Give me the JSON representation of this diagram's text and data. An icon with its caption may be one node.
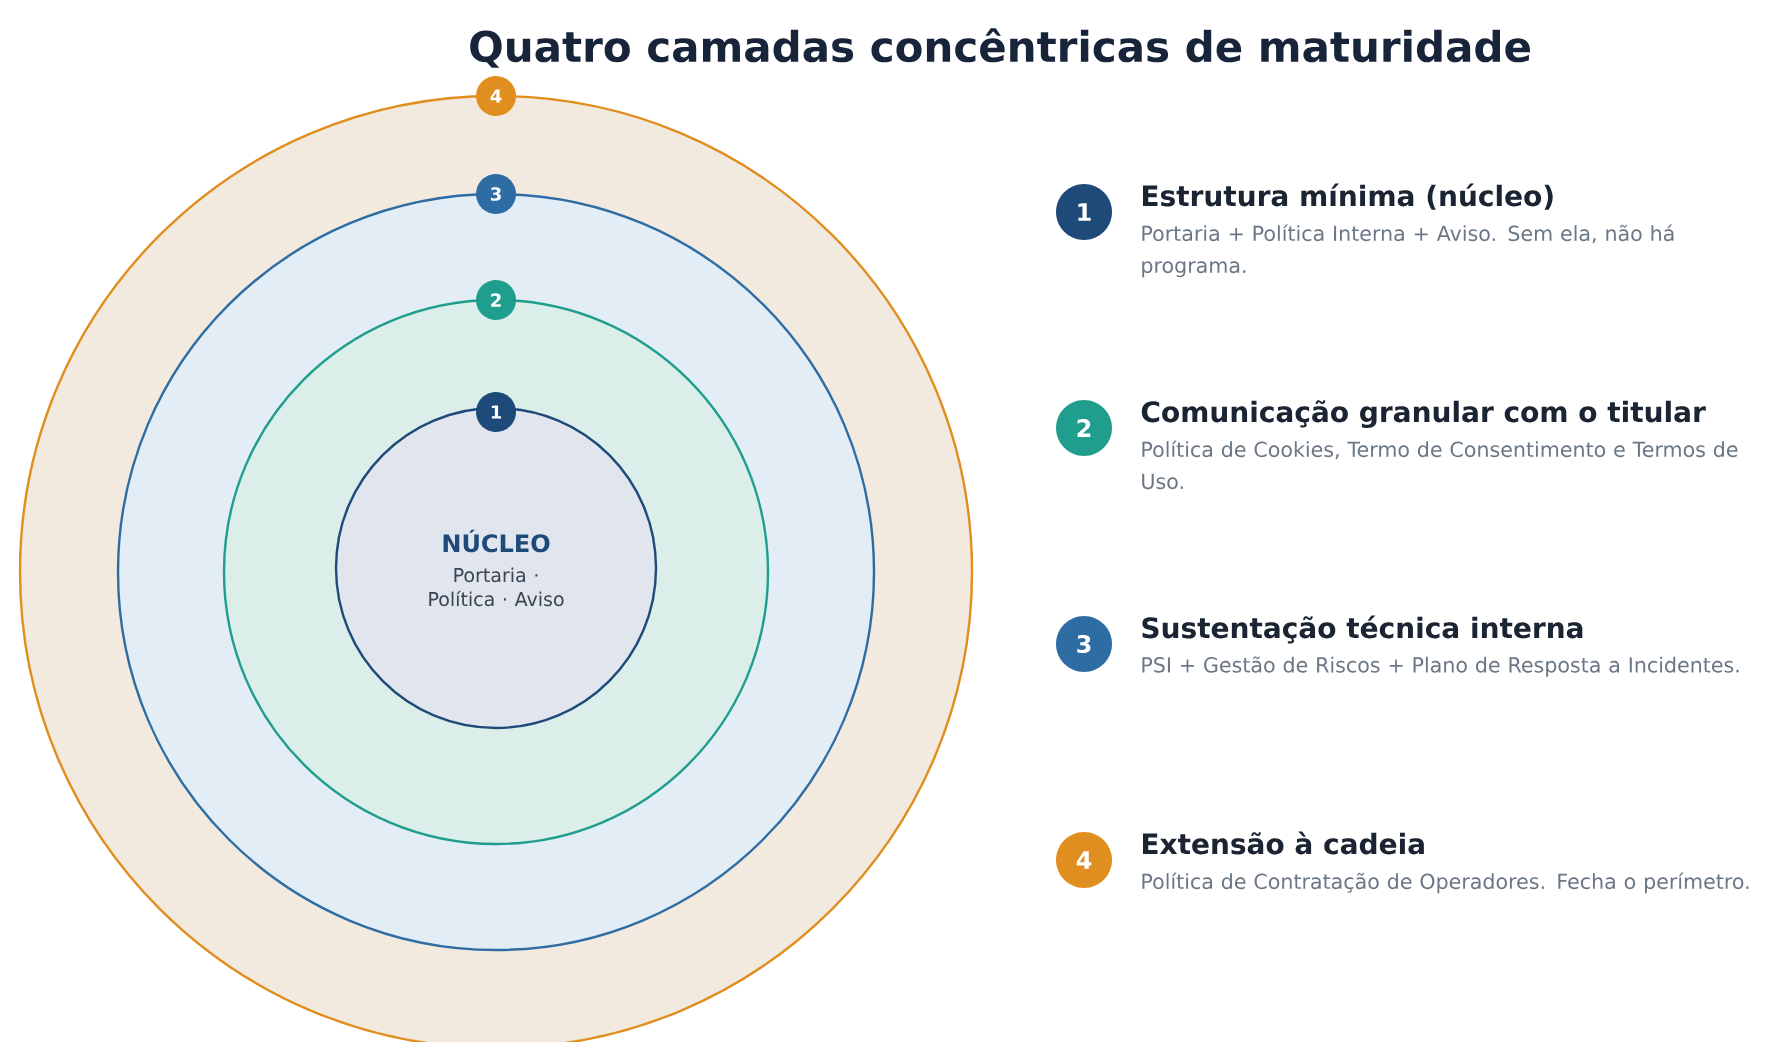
{
  "diagram": {
    "title": "Quatro camadas concêntricas de maturidade",
    "nodes": [
      {
        "text": [],
        "shape": "circle"
      },
      {
        "text": [],
        "shape": "circle",
        "in": 0
      },
      {
        "text": [],
        "shape": "circle",
        "in": 1
      },
      {
        "text": [
          "NÚCLEO",
          "Portaria · Política · Aviso"
        ],
        "in": 2
      },
      {
        "text": [
          "4"
        ]
      },
      {
        "text": [
          "3"
        ],
        "in": 0
      },
      {
        "text": [
          "2"
        ],
        "in": 1
      },
      {
        "text": [
          "1"
        ],
        "in": 2
      },
      {
        "text": [
          "1"
        ],
        "beside": [
          "Estrutura mínima (núcleo)",
          "Portaria + Política Interna + Aviso. Sem ela, não há programa."
        ]
      },
      {
        "text": [
          "2"
        ],
        "beside": [
          "Comunicação granular com o titular",
          "Política de Cookies, Termo de Consentimento e Termos de Uso."
        ]
      },
      {
        "text": [
          "3"
        ],
        "beside": [
          "Sustentação técnica interna",
          "PSI + Gestão de Riscos + Plano de Resposta a Incidentes."
        ]
      },
      {
        "text": [
          "4"
        ],
        "beside": [
          "Extensão à cadeia",
          "Política de Contratação de Operadores. Fecha o perímetro."
        ]
      }
    ]
  }
}
